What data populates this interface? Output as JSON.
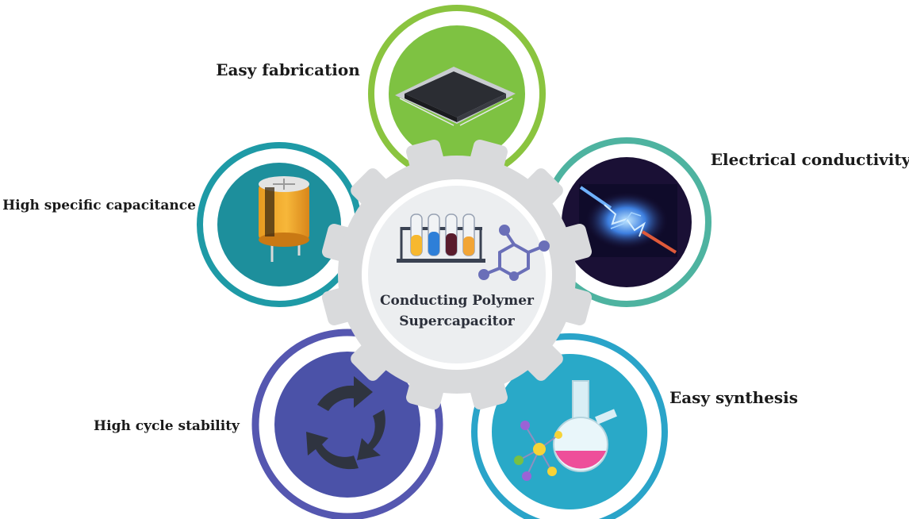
{
  "center": {
    "line1": "Conducting Polymer",
    "line2": "Supercapacitor"
  },
  "features": [
    {
      "id": "fabrication",
      "label": "Easy fabrication",
      "ring_color": "#8ac43f",
      "fill_color": "#7ec242",
      "icon": "microchip-icon"
    },
    {
      "id": "conductivity",
      "label": "Electrical conductivity",
      "ring_color": "#4eb3a0",
      "fill_color": "#1a1035",
      "icon": "electric-spark-icon"
    },
    {
      "id": "synthesis",
      "label": "Easy synthesis",
      "ring_color": "#2aa4c9",
      "fill_color": "#29a9c8",
      "icon": "flask-molecule-icon"
    },
    {
      "id": "stability",
      "label": "High cycle stability",
      "ring_color": "#5557b0",
      "fill_color": "#4b52a8",
      "icon": "cycle-arrows-icon"
    },
    {
      "id": "capacitance",
      "label": "High specific capacitance",
      "ring_color": "#1e9aa6",
      "fill_color": "#1d8f9c",
      "icon": "capacitor-icon"
    }
  ],
  "colors": {
    "gear": "#d9dadc",
    "gear_inner": "#c7c8cb",
    "center_fill": "#eceef0"
  }
}
